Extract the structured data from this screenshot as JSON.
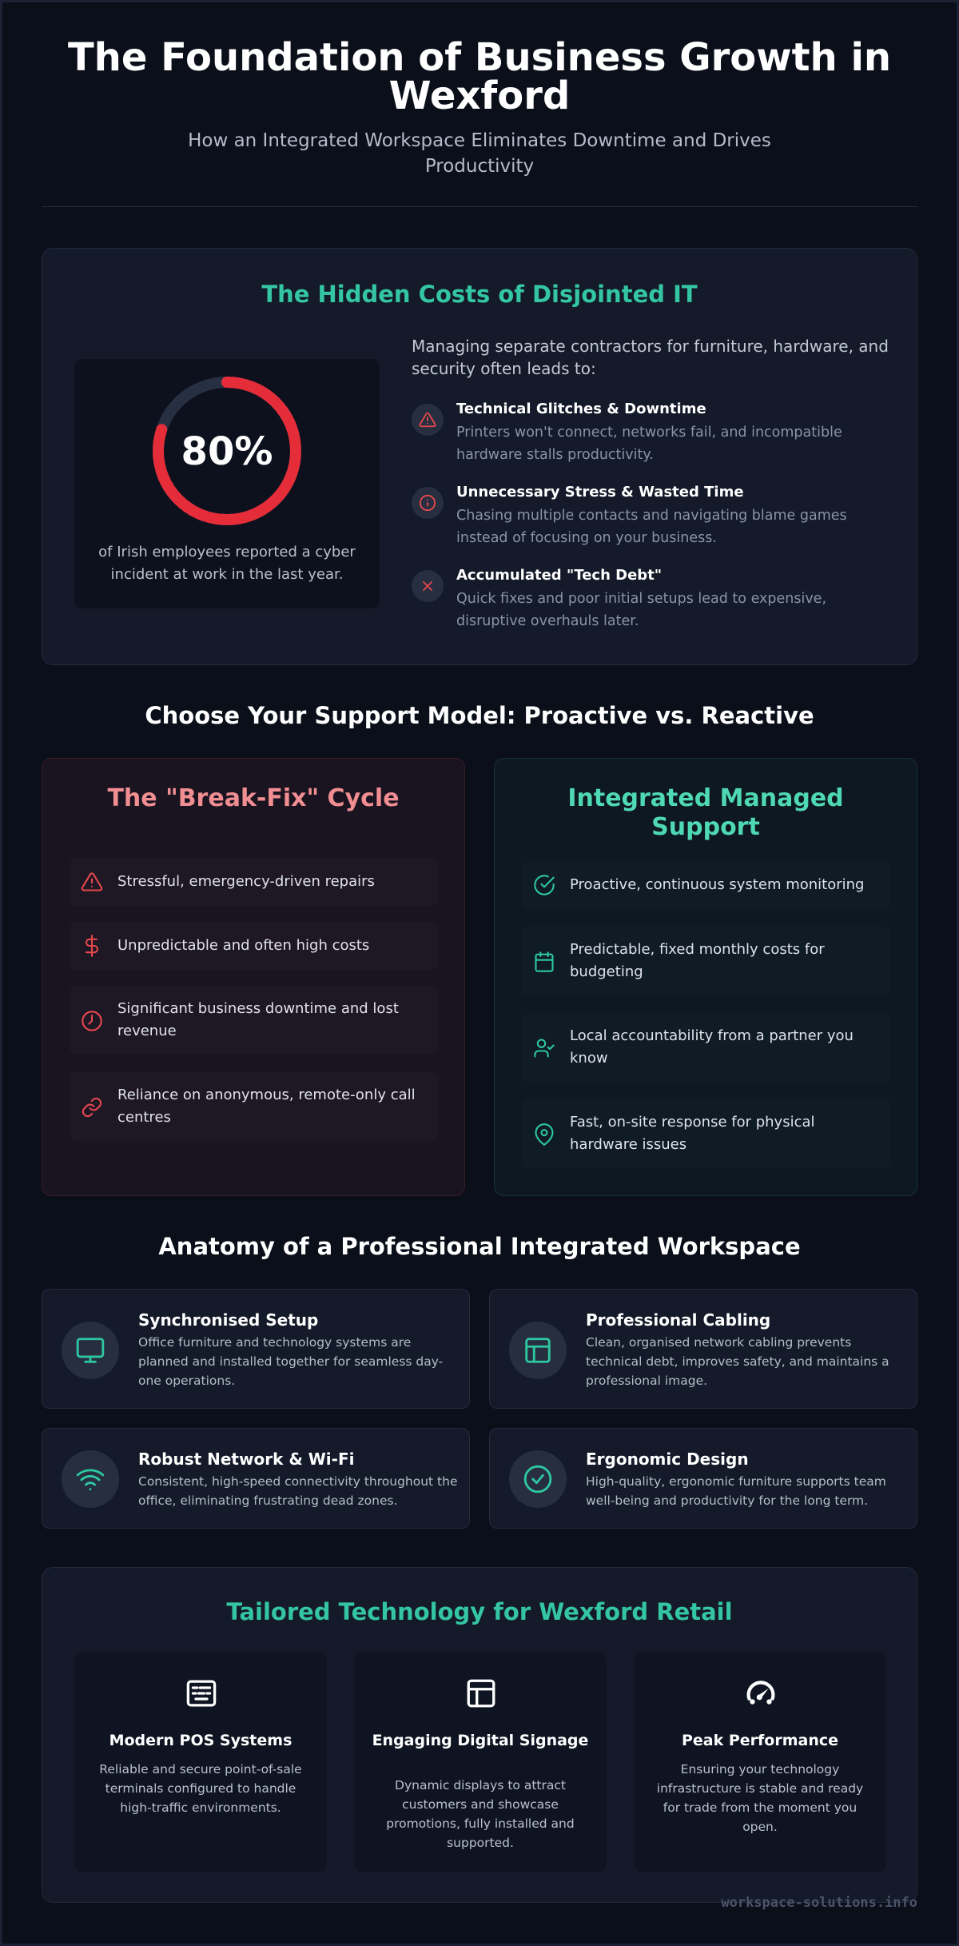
{
  "header": {
    "title": "The Foundation of Business Growth in Wexford",
    "subtitle": "How an Integrated Workspace Eliminates Downtime and Drives Productivity"
  },
  "hidden_costs": {
    "title": "The Hidden Costs of Disjointed IT",
    "stat_value": "80%",
    "stat_fraction": 0.8,
    "stat_caption": "of Irish employees reported a cyber incident at work in the last year.",
    "intro": "Managing separate contractors for furniture, hardware, and security often leads to:",
    "items": [
      {
        "icon": "warning-icon",
        "title": "Technical Glitches & Downtime",
        "desc": "Printers won't connect, networks fail, and incompatible hardware stalls productivity."
      },
      {
        "icon": "info-icon",
        "title": "Unnecessary Stress & Wasted Time",
        "desc": "Chasing multiple contacts and navigating blame games instead of focusing on your business."
      },
      {
        "icon": "x-icon",
        "title": "Accumulated \"Tech Debt\"",
        "desc": "Quick fixes and poor initial setups lead to expensive, disruptive overhauls later."
      }
    ]
  },
  "support": {
    "title": "Choose Your Support Model: Proactive vs. Reactive",
    "reactive": {
      "title": "The \"Break-Fix\" Cycle",
      "items": [
        {
          "icon": "warning-icon",
          "text": "Stressful, emergency-driven repairs"
        },
        {
          "icon": "dollar-icon",
          "text": "Unpredictable and often high costs"
        },
        {
          "icon": "clock-icon",
          "text": "Significant business downtime and lost revenue"
        },
        {
          "icon": "link-icon",
          "text": "Reliance on anonymous, remote-only call centres"
        }
      ]
    },
    "proactive": {
      "title": "Integrated Managed Support",
      "items": [
        {
          "icon": "check-circle-icon",
          "text": "Proactive, continuous system monitoring"
        },
        {
          "icon": "calendar-icon",
          "text": "Predictable, fixed monthly costs for budgeting"
        },
        {
          "icon": "user-check-icon",
          "text": "Local accountability from a partner you know"
        },
        {
          "icon": "map-pin-icon",
          "text": "Fast, on-site response for physical hardware issues"
        }
      ]
    }
  },
  "anatomy": {
    "title": "Anatomy of a Professional Integrated Workspace",
    "cards": [
      {
        "icon": "monitor-icon",
        "title": "Synchronised Setup",
        "desc": "Office furniture and technology systems are planned and installed together for seamless day-one operations."
      },
      {
        "icon": "layout-icon",
        "title": "Professional Cabling",
        "desc": "Clean, organised network cabling prevents technical debt, improves safety, and maintains a professional image."
      },
      {
        "icon": "wifi-icon",
        "title": "Robust Network & Wi-Fi",
        "desc": "Consistent, high-speed connectivity throughout the office, eliminating frustrating dead zones."
      },
      {
        "icon": "check-circle-icon",
        "title": "Ergonomic Design",
        "desc": "High-quality, ergonomic furniture supports team well-being and productivity for the long term."
      }
    ]
  },
  "retail": {
    "title": "Tailored Technology for Wexford Retail",
    "cards": [
      {
        "icon": "pos-terminal-icon",
        "title": "Modern POS Systems",
        "desc": "Reliable and secure point-of-sale terminals configured to handle high-traffic environments."
      },
      {
        "icon": "signage-layout-icon",
        "title": "Engaging Digital Signage",
        "desc": "Dynamic displays to attract customers and showcase promotions, fully installed and supported."
      },
      {
        "icon": "gauge-icon",
        "title": "Peak Performance",
        "desc": "Ensuring your technology infrastructure is stable and ready for trade from the moment you open."
      }
    ]
  },
  "footer": "workspace-solutions.info",
  "colors": {
    "background": "#0b0f1a",
    "accent_teal": "#34c6a4",
    "alert_red": "#e52d3a",
    "reactive_title": "#f08e92"
  }
}
